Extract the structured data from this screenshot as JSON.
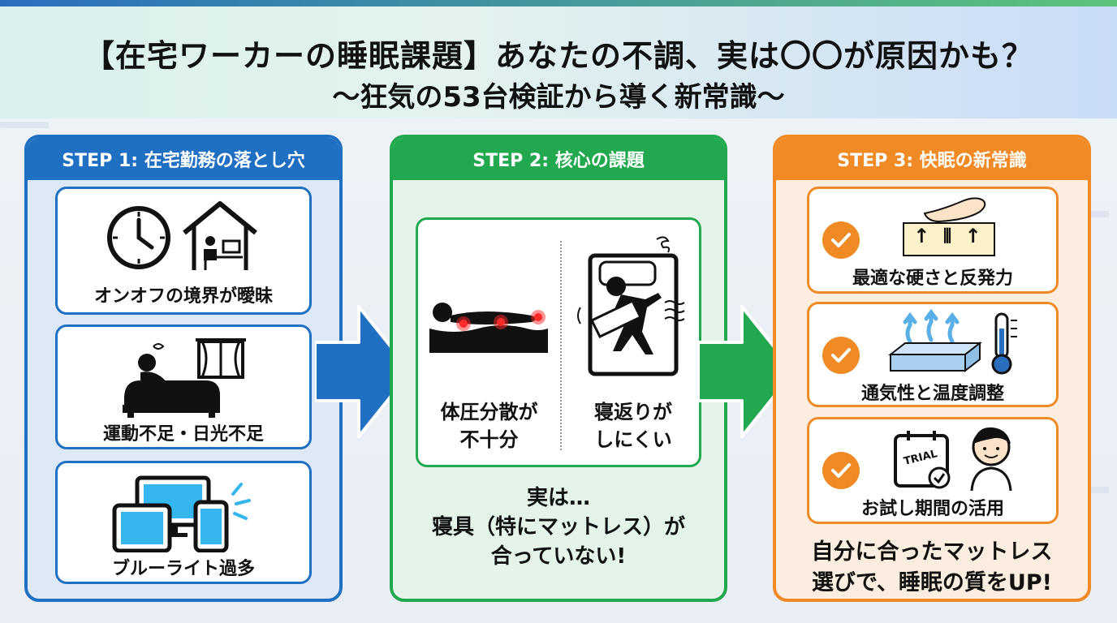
{
  "header": {
    "title": "【在宅ワーカーの睡眠課題】あなたの不調、実は〇〇が原因かも？",
    "subtitle": "〜狂気の53台検証から導く新常識〜"
  },
  "step1": {
    "heading": "STEP 1: 在宅勤務の落とし穴",
    "items": [
      {
        "label": "オンオフの境界が曖昧",
        "icon": "clock-and-home-office-icon"
      },
      {
        "label": "運動不足・日光不足",
        "icon": "person-on-sofa-icon"
      },
      {
        "label": "ブルーライト過多",
        "icon": "screens-icon"
      }
    ]
  },
  "step2": {
    "heading": "STEP 2: 核心の課題",
    "left_label": [
      "体圧分散が",
      "不十分"
    ],
    "right_label": [
      "寝返りが",
      "しにくい"
    ],
    "conclusion": [
      "実は…",
      "寝具（特にマットレス）が",
      "合っていない!"
    ]
  },
  "step3": {
    "heading": "STEP 3: 快眠の新常識",
    "items": [
      {
        "label": "最適な硬さと反発力",
        "icon": "mattress-spring-icon",
        "mark": "↑ ⦀ ↑"
      },
      {
        "label": "通気性と温度調整",
        "icon": "breathable-mattress-thermometer-icon"
      },
      {
        "label": "お試し期間の活用",
        "icon": "trial-calendar-icon",
        "badge": "TRIAL"
      }
    ],
    "conclusion": [
      "自分に合ったマットレス",
      "選びで、睡眠の質をUP!"
    ]
  },
  "colors": {
    "step1": "#1f6fc2",
    "step2": "#22a84e",
    "step3": "#f08a24",
    "pressure_point": "#ff2a2a"
  }
}
